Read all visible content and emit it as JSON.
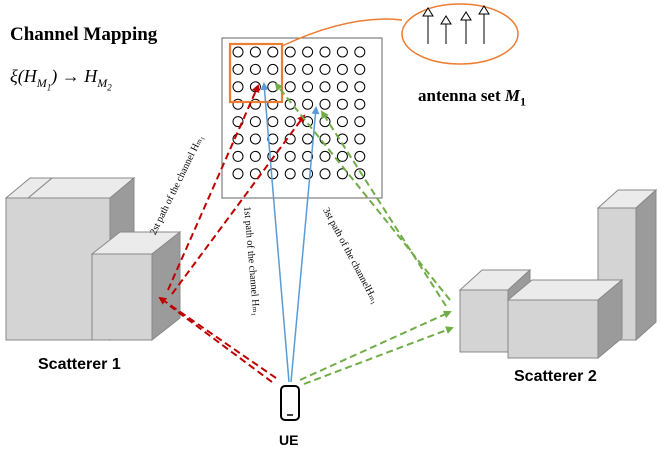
{
  "title": "Channel Mapping",
  "formula": "ξ(Hₘ₁) → Hₘ₂",
  "formula_display": "ξ(H_{M_1}) → H_{M_2}",
  "antenna_label": "antenna set M₁",
  "antenna_label_display": "antenna set M_1",
  "scatterer_1_label": "Scatterer 1",
  "scatterer_2_label": "Scatterer 2",
  "ue_label": "UE",
  "path_labels": {
    "first": "1st path of the channel Hₘ₁",
    "second": "2st path of the channel Hₘ₁",
    "third": "3st path of the channelHₘ₁"
  },
  "antenna_grid": {
    "rows": 8,
    "cols": 8
  },
  "subarray_antennas": 4,
  "colors": {
    "first_path": "#5b9bd5",
    "second_path": "#c00000",
    "third_path": "#70ad47",
    "highlight": "#ed7d31",
    "box_front": "#d4d4d4",
    "box_side": "#9b9b9b",
    "box_top": "#ebebeb"
  }
}
